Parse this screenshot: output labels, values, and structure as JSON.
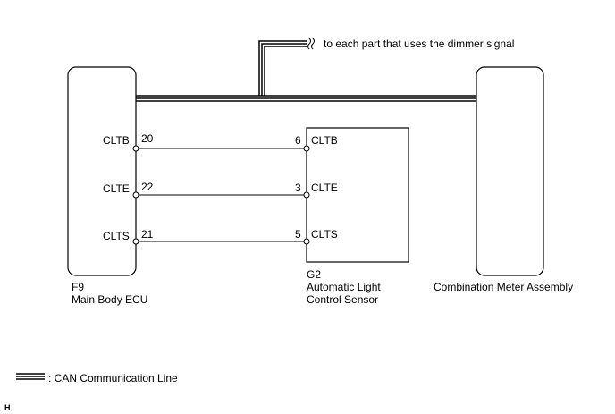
{
  "dimmer_note": "to each part that uses the dimmer signal",
  "ecu": {
    "code": "F9",
    "name": "Main Body ECU"
  },
  "sensor": {
    "code": "G2",
    "name_line1": "Automatic Light",
    "name_line2": "Control Sensor"
  },
  "meter": {
    "name": "Combination Meter Assembly"
  },
  "wires": [
    {
      "ecu_label": "CLTB",
      "ecu_pin": "20",
      "sensor_pin": "6",
      "sensor_label": "CLTB"
    },
    {
      "ecu_label": "CLTE",
      "ecu_pin": "22",
      "sensor_pin": "3",
      "sensor_label": "CLTE"
    },
    {
      "ecu_label": "CLTS",
      "ecu_pin": "21",
      "sensor_pin": "5",
      "sensor_label": "CLTS"
    }
  ],
  "legend": {
    "text": ": CAN Communication Line"
  },
  "corner_mark": "H"
}
